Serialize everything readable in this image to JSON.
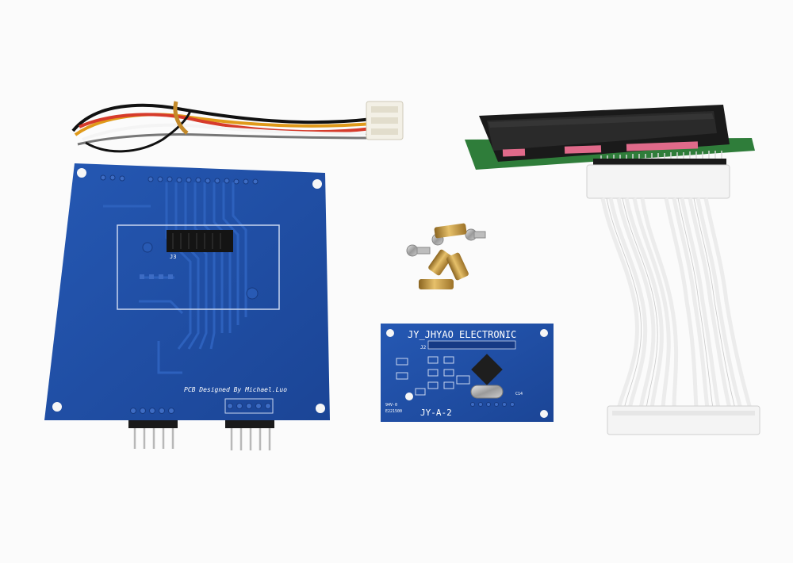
{
  "colors": {
    "background": "#fbfbfb",
    "pcb_blue": "#1f4fa6",
    "trace_blue": "#2a5cb6",
    "silkscreen": "#ffffff",
    "brass": "#c99a3a",
    "ribbon": "#f2f2f2",
    "lcd_green": "#2f7d3a",
    "lcd_black": "#1a1a1a",
    "pink_pad": "#e06a8a"
  },
  "main_board": {
    "designator": "J3",
    "credit_text": "PCB Designed By Michael.Luo"
  },
  "small_board": {
    "brand_text": "JY_JHYAO ELECTRONIC",
    "model_text": "JY-A-2",
    "connector_label": "J2",
    "marking_1": "94V-0",
    "marking_2": "E221500",
    "marking_3": "C14"
  },
  "icons": {
    "wire_harness": "wire-harness-icon",
    "lcd_module": "lcd-module-icon",
    "ribbon_cable": "ribbon-cable-icon",
    "standoff": "brass-standoff-icon",
    "screw": "screw-icon",
    "crystal": "crystal-oscillator-icon"
  }
}
